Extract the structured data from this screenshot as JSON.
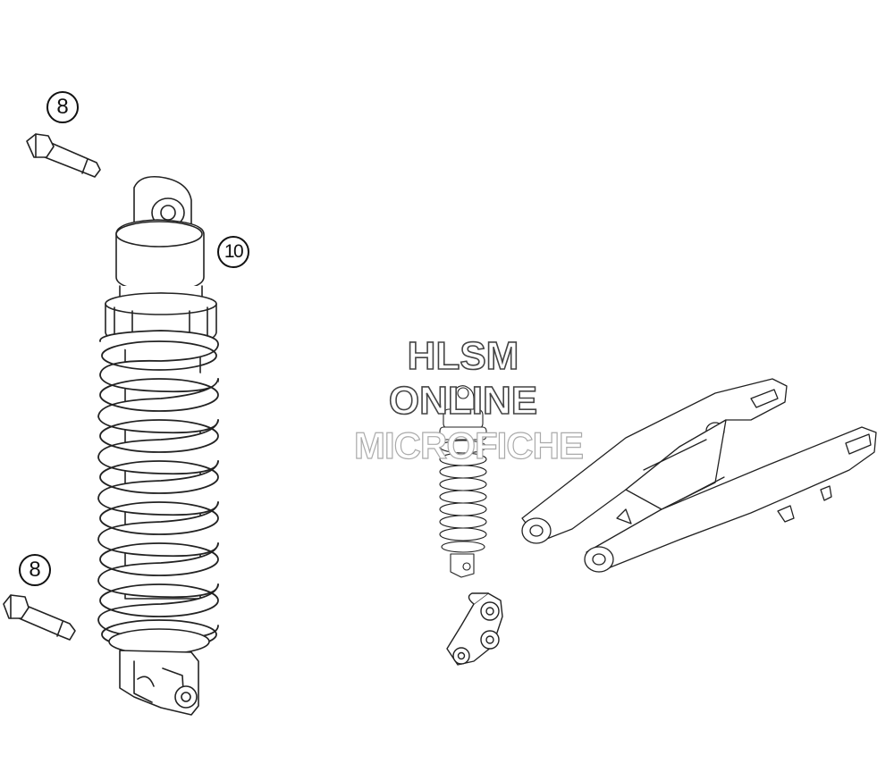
{
  "callouts": {
    "bolt_top": "8",
    "shock_absorber": "10",
    "bolt_bottom": "8"
  },
  "watermark": {
    "line1": "HLSM",
    "line2": "ONLINE",
    "line3": "MICROFICHE"
  },
  "colors": {
    "line": "#222222",
    "background": "#ffffff"
  }
}
